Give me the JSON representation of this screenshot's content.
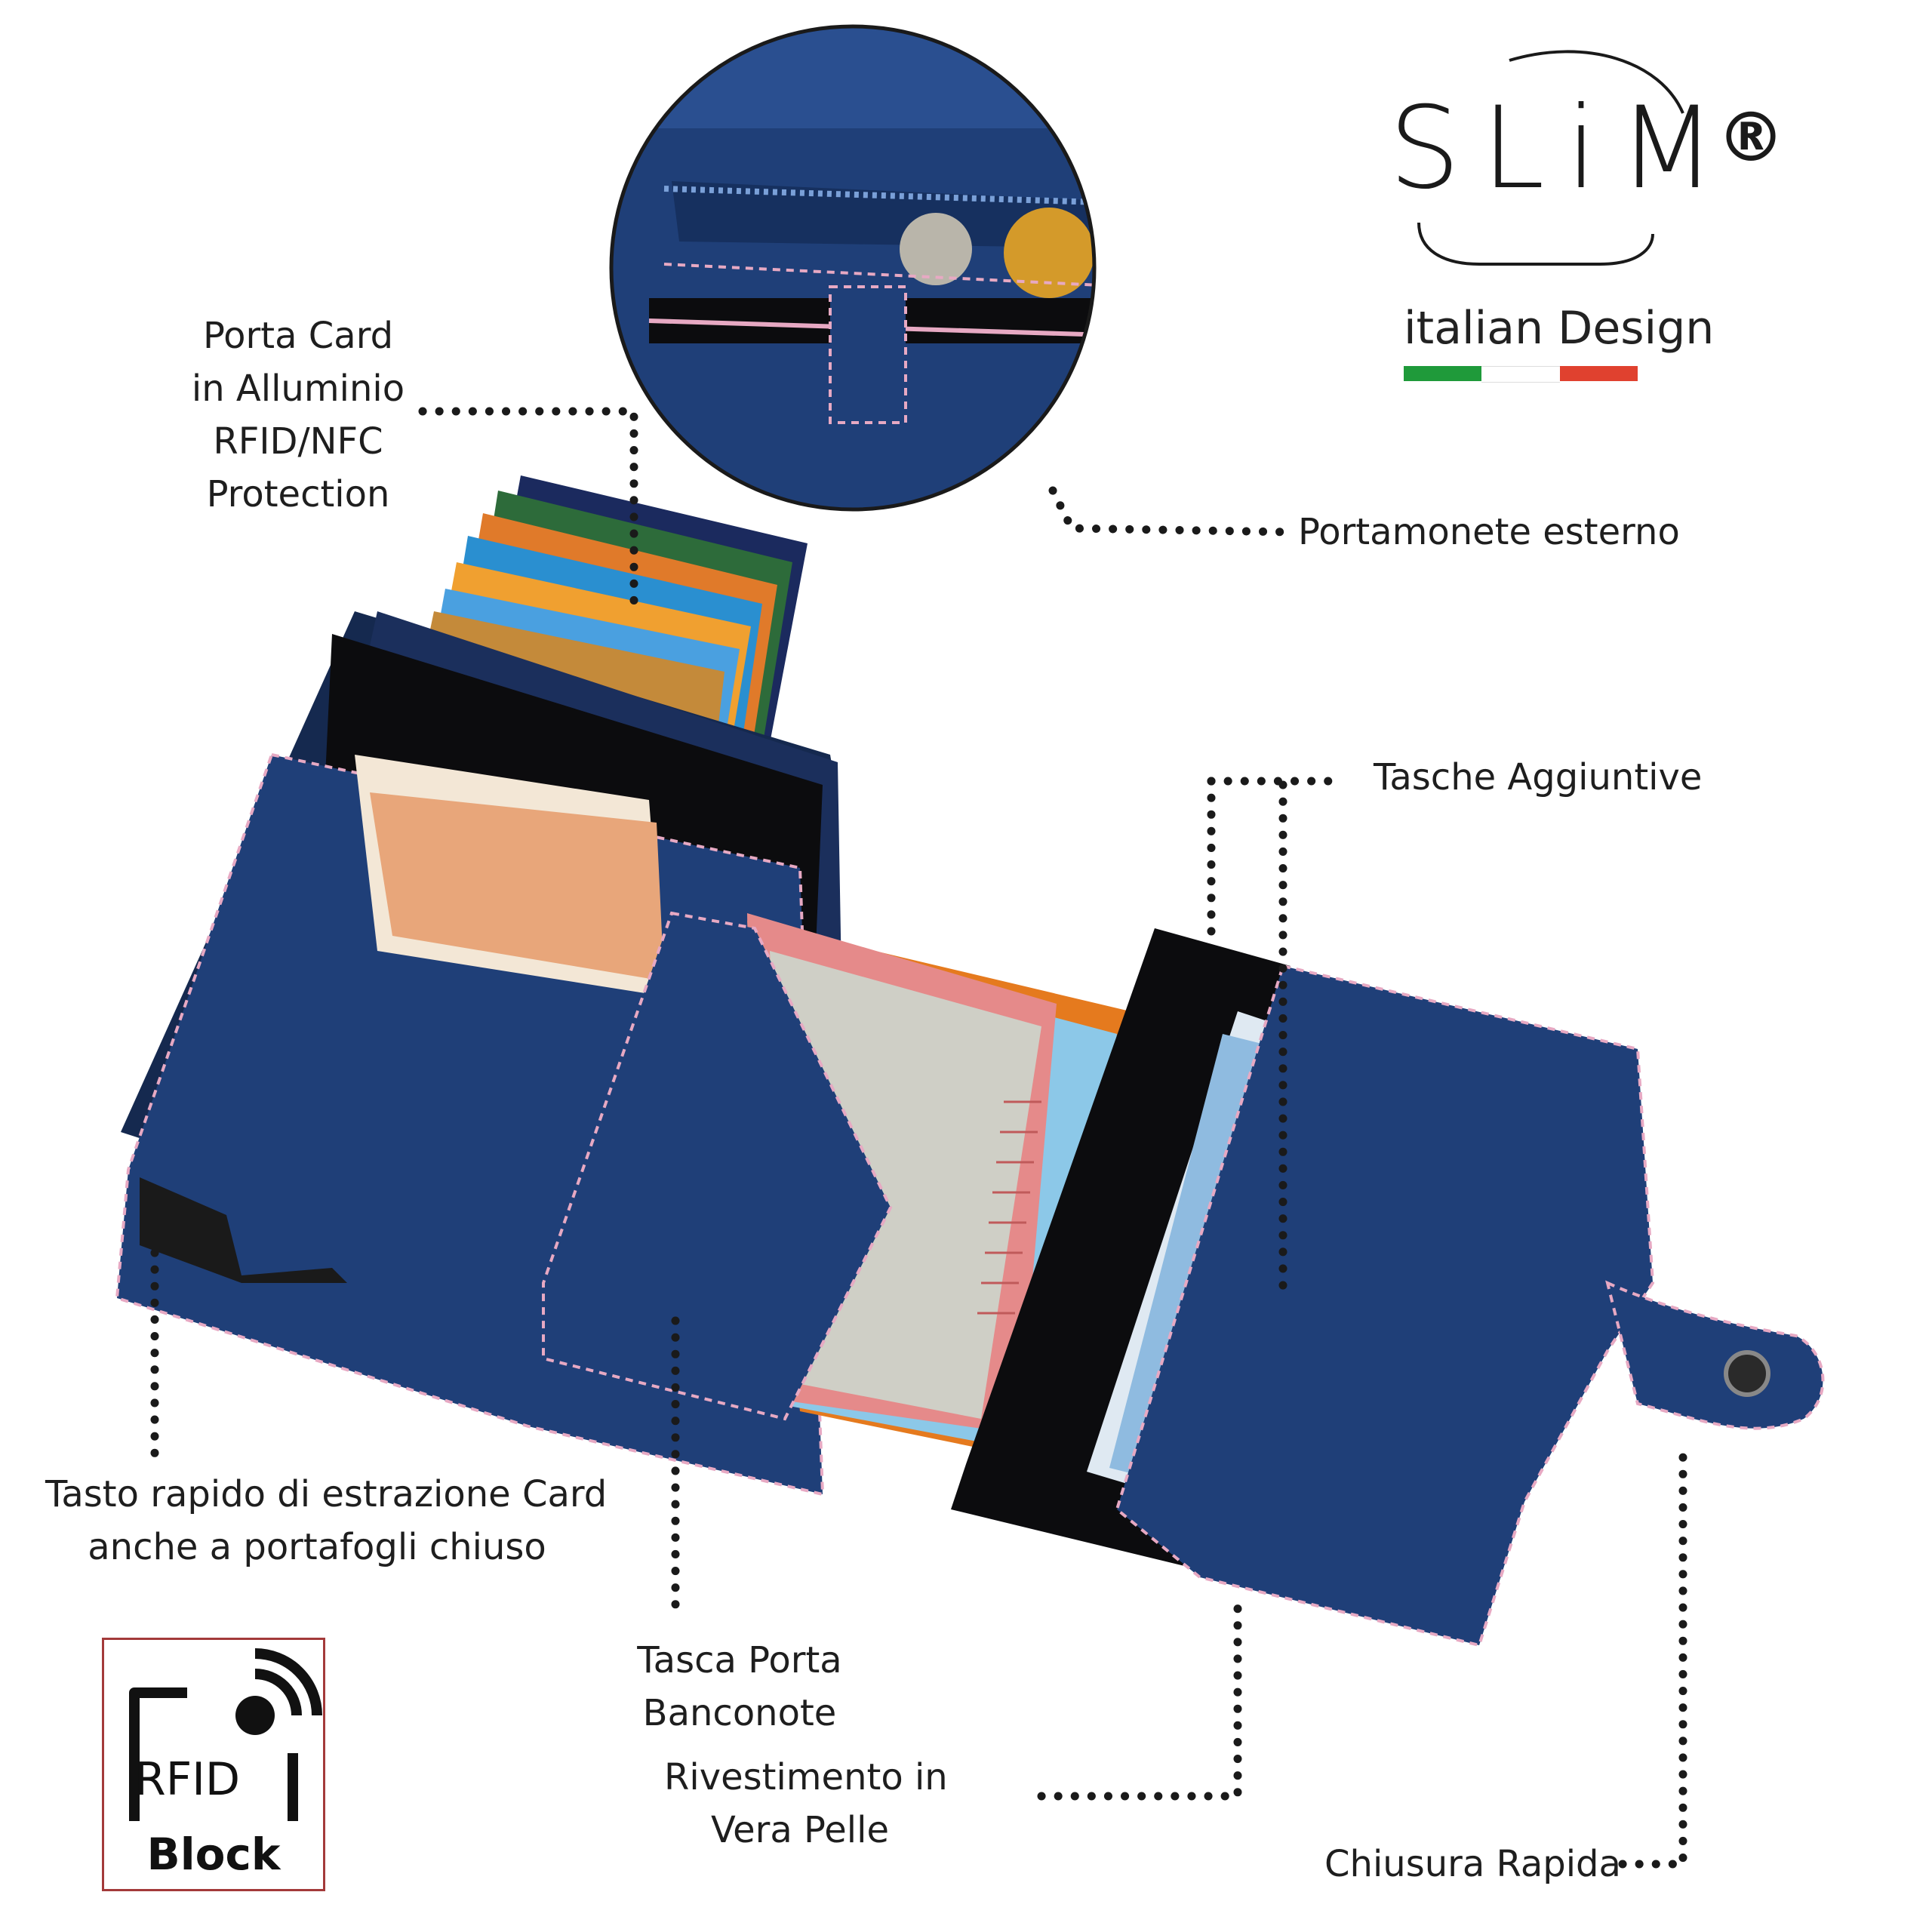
{
  "brand": {
    "logo_text": "SLiM",
    "registered_mark": "®",
    "tagline": "italian Design",
    "flag_colors": [
      "#1f9a3a",
      "#ffffff",
      "#e0412f"
    ]
  },
  "callouts": {
    "porta_card": [
      "Porta Card",
      "in Alluminio",
      "RFID/NFC",
      "Protection"
    ],
    "portamonete": "Portamonete esterno",
    "tasche": "Tasche Aggiuntive",
    "tasto": [
      "Tasto rapido di estrazione Card",
      "anche a portafogli chiuso"
    ],
    "tasca": [
      "Tasca Porta",
      "Banconote"
    ],
    "rivestimento": [
      "Rivestimento in",
      "Vera Pelle"
    ],
    "chiusura": "Chiusura Rapida"
  },
  "rfid_badge": {
    "text": "RFID",
    "block": "Block",
    "border_color": "#a33a3a"
  },
  "colors": {
    "wallet_blue": "#1f3f78",
    "stitch_pink": "#e7a9c3"
  }
}
